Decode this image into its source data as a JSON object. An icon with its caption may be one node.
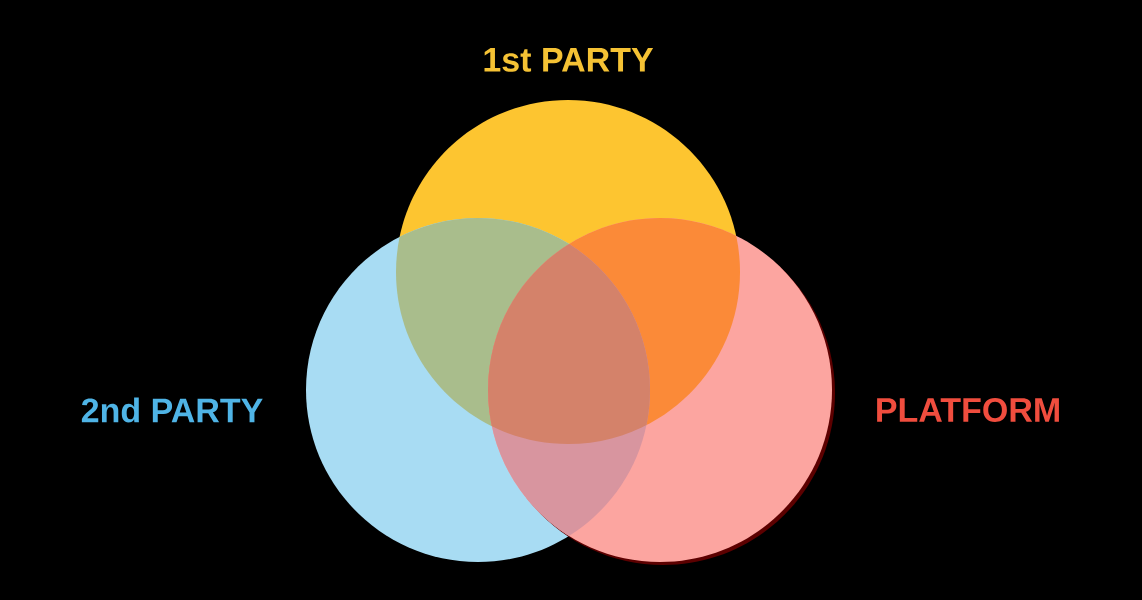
{
  "diagram": {
    "nodes": [
      {
        "text": [
          "1st PARTY"
        ]
      },
      {
        "text": [
          "2nd PARTY"
        ]
      },
      {
        "text": [
          "PLATFORM"
        ]
      }
    ]
  }
}
